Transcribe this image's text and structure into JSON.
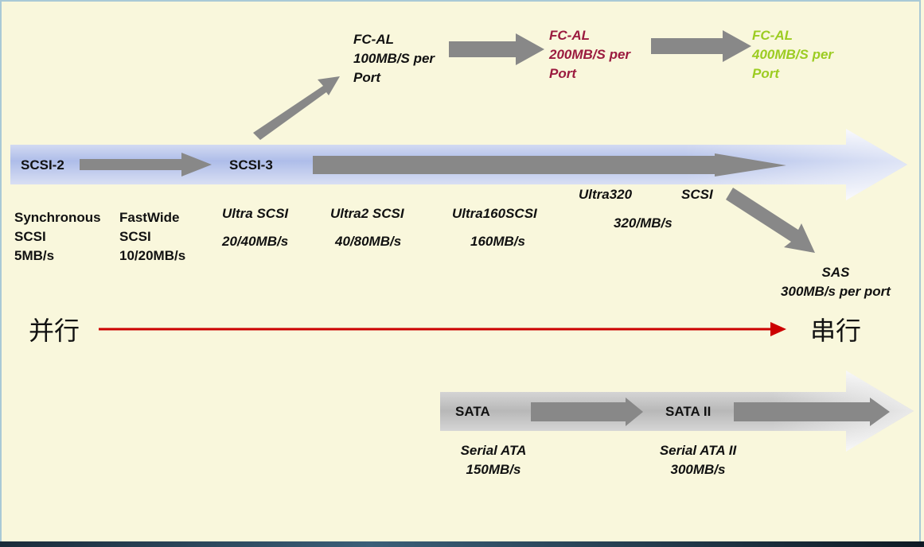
{
  "colors": {
    "background": "#f9f7dc",
    "main_band": "#b9c8ee",
    "connector_gray": "#888888",
    "fc_al_200": "#9b1b3f",
    "fc_al_400": "#9ccc22",
    "parallel_serial_line": "#cc0000"
  },
  "nodes": {
    "scsi2": "SCSI-2",
    "scsi3": "SCSI-3",
    "ultra320": "Ultra320",
    "scsi_tail": "SCSI",
    "sata": "SATA",
    "sata2": "SATA II"
  },
  "fc_al": [
    {
      "text": "FC-AL\n100MB/S per\nPort",
      "color": "#111111"
    },
    {
      "text": "FC-AL\n200MB/S per\nPort",
      "color": "#9b1b3f"
    },
    {
      "text": "FC-AL\n400MB/S per\nPort",
      "color": "#9ccc22"
    }
  ],
  "parallel": [
    {
      "name": "Synchronous\nSCSI\n5MB/s"
    },
    {
      "name": "FastWide\nSCSI\n10/20MB/s"
    },
    {
      "name": "Ultra SCSI",
      "speed": "20/40MB/s"
    },
    {
      "name": "Ultra2 SCSI",
      "speed": "40/80MB/s"
    },
    {
      "name": "Ultra160SCSI",
      "speed": "160MB/s"
    }
  ],
  "ultra320_speed": "320/MB/s",
  "sas": "SAS\n300MB/s per port",
  "direction": {
    "parallel": "并行",
    "serial": "串行"
  },
  "sata_labels": [
    "Serial ATA\n150MB/s",
    "Serial ATA II\n300MB/s"
  ]
}
